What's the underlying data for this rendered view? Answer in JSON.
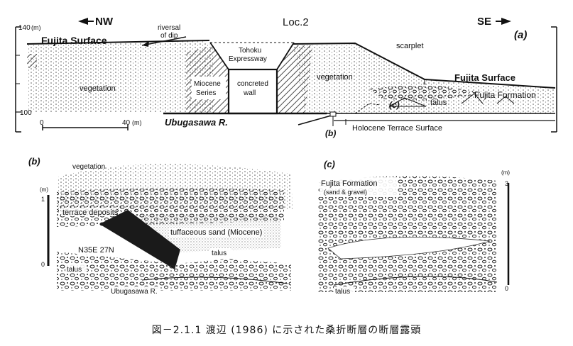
{
  "panel_a": {
    "panel_label": "(a)",
    "y_top": "140",
    "y_unit": "(m)",
    "y_bottom": "100",
    "dir_left": "NW",
    "dir_right": "SE",
    "location": "Loc.2",
    "left_surface": "Fujita Surface",
    "reversal_label": "riversal",
    "reversal_label2": "of dip",
    "vegetation_left": "vegetation",
    "miocene_1": "Miocene",
    "miocene_2": "Series",
    "wall_1": "concreted",
    "wall_2": "wall",
    "expressway_1": "Tohoku",
    "expressway_2": "Expressway",
    "vegetation_right": "vegetation",
    "scarplet": "scarplet",
    "right_surface": "Fujita Surface",
    "fujita_formation": "Fujita Formation",
    "talus": "talus",
    "c_marker": "(c)",
    "b_marker": "(b)",
    "river": "Ubugasawa R.",
    "holocene": "Holocene Terrace Surface",
    "scale_zero": "0",
    "scale_end": "40",
    "scale_unit": "(m)"
  },
  "panel_b": {
    "panel_label": "(b)",
    "vegetation": "vegetation",
    "unit": "(m)",
    "scale_top": "1",
    "scale_bottom": "0",
    "terrace": "terrace deposits",
    "tuff": "tuffaceous sand (Miocene)",
    "fault": "N35E 27N",
    "talus_left": "talus",
    "talus_right": "talus",
    "river": "Ubugasawa R."
  },
  "panel_c": {
    "panel_label": "(c)",
    "formation": "Fujita Formation",
    "formation_sub": "(sand & gravel)",
    "unit": "(m)",
    "scale_top": "3",
    "scale_bottom": "0",
    "talus": "talus"
  },
  "caption": "図－2.1.1  渡辺 (1986) に示された桑折断層の断層露頭"
}
